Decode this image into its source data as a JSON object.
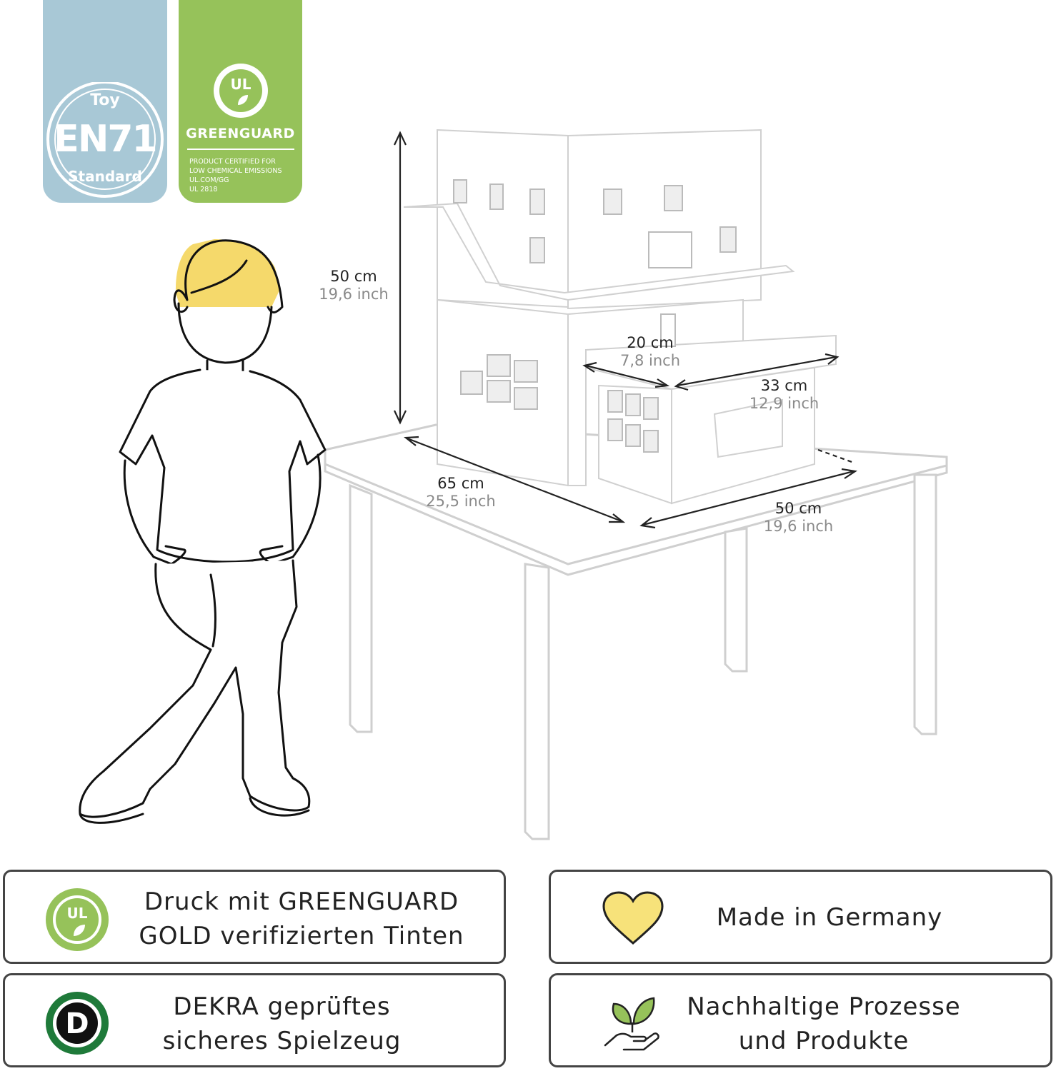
{
  "badges": {
    "en71": {
      "top": "Toy",
      "main": "EN71",
      "bottom": "Standard",
      "color": "#a8c8d6"
    },
    "greenguard": {
      "name": "GREENGUARD",
      "line1": "PRODUCT CERTIFIED FOR",
      "line2": "LOW CHEMICAL EMISSIONS",
      "line3": "UL.COM/GG",
      "line4": "UL 2818",
      "color": "#96c25a"
    }
  },
  "dimensions": {
    "height": {
      "cm": "50 cm",
      "inch": "19,6 inch"
    },
    "porch_depth": {
      "cm": "20 cm",
      "inch": "7,8 inch"
    },
    "porch_width": {
      "cm": "33 cm",
      "inch": "12,9 inch"
    },
    "length": {
      "cm": "65 cm",
      "inch": "25,5 inch"
    },
    "depth": {
      "cm": "50 cm",
      "inch": "19,6 inch"
    }
  },
  "features": [
    {
      "icon": "ul-greenguard-icon",
      "line1": "Druck mit GREENGUARD",
      "line2": "GOLD verifizierten Tinten"
    },
    {
      "icon": "heart-icon",
      "line1": "Made in Germany",
      "line2": ""
    },
    {
      "icon": "dekra-icon",
      "line1": "DEKRA geprüftes",
      "line2": "sicheres Spielzeug"
    },
    {
      "icon": "plant-hand-icon",
      "line1": "Nachhaltige Prozesse",
      "line2": "und Produkte"
    }
  ],
  "colors": {
    "accent_green": "#96c25a",
    "heart_yellow": "#f7e27a",
    "hair_yellow": "#f5d96b",
    "dekra_green": "#1f7a3a"
  }
}
